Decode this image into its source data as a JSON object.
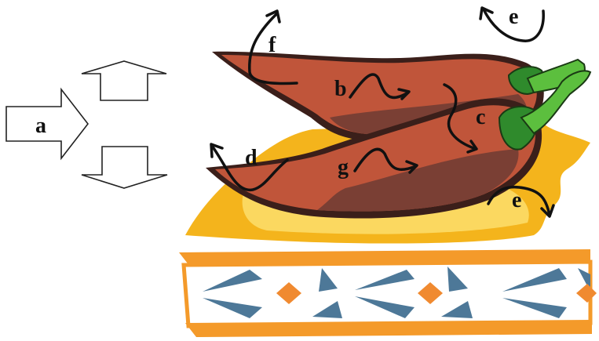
{
  "labels": {
    "a": "a",
    "b": "b",
    "c": "c",
    "d": "d",
    "e_top": "e",
    "e_bottom": "e",
    "f": "f",
    "g": "g"
  },
  "colors": {
    "pepper": "#c0553a",
    "pepper_shadow": "#7a3f34",
    "pepper_dark_edge": "#3b1f1a",
    "stem": "#2f8a2c",
    "stem_light": "#5cbf3e",
    "plate": "#f4b41c",
    "plate_light": "#fbd860",
    "tile_border": "#f49a2a",
    "tile_triangle": "#4d7898",
    "tile_diamond": "#f08a30",
    "arrow": "#111111"
  },
  "icons": {
    "input_arrow": "right-arrow-outline-icon",
    "up_arrow": "up-arrow-outline-icon",
    "down_arrow": "down-arrow-outline-icon"
  }
}
